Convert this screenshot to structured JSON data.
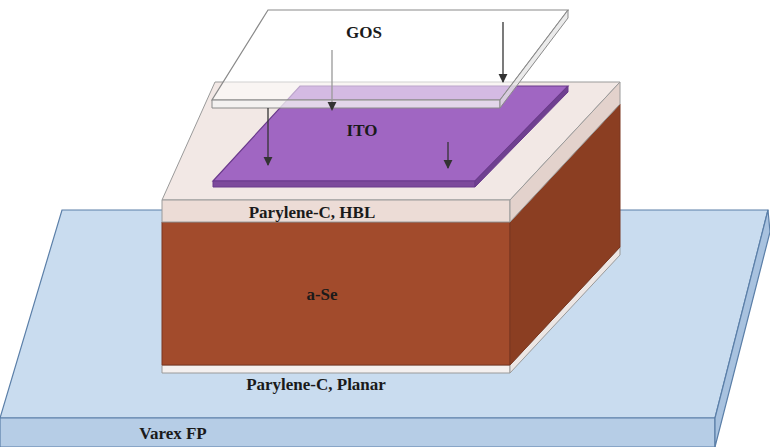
{
  "diagram": {
    "labels": [
      "GOS",
      "ITO",
      "Parylene-C, HBL",
      "a-Se",
      "Parylene-C, Planar",
      "Varex FP"
    ]
  }
}
